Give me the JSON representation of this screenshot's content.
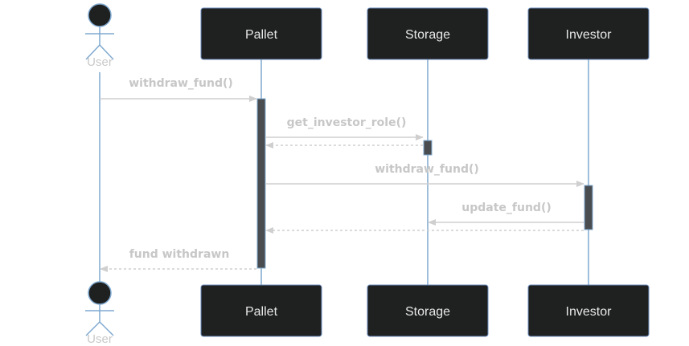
{
  "colors": {
    "box_fill": "#1f2020",
    "box_stroke": "#6c8ebf",
    "lifeline": "#7fa9cf",
    "activation_fill": "#4a4d50",
    "message": "#cfcfcf",
    "actor_head": "#1f2020"
  },
  "actor": {
    "label": "User",
    "icon": "stick-figure-icon"
  },
  "participants": [
    {
      "id": "pallet",
      "label": "Pallet"
    },
    {
      "id": "storage",
      "label": "Storage"
    },
    {
      "id": "investor",
      "label": "Investor"
    }
  ],
  "messages": [
    {
      "id": "m1",
      "label": "withdraw_fund()",
      "from": "User",
      "to": "Pallet",
      "style": "solid"
    },
    {
      "id": "m2",
      "label": "get_investor_role()",
      "from": "Pallet",
      "to": "Storage",
      "style": "solid"
    },
    {
      "id": "m3",
      "label": "",
      "from": "Storage",
      "to": "Pallet",
      "style": "dashed"
    },
    {
      "id": "m4",
      "label": "withdraw_fund()",
      "from": "Pallet",
      "to": "Investor",
      "style": "solid"
    },
    {
      "id": "m5",
      "label": "update_fund()",
      "from": "Investor",
      "to": "Storage",
      "style": "solid"
    },
    {
      "id": "m6",
      "label": "",
      "from": "Investor",
      "to": "Pallet",
      "style": "dashed"
    },
    {
      "id": "m7",
      "label": "fund withdrawn",
      "from": "Pallet",
      "to": "User",
      "style": "dashed"
    }
  ]
}
